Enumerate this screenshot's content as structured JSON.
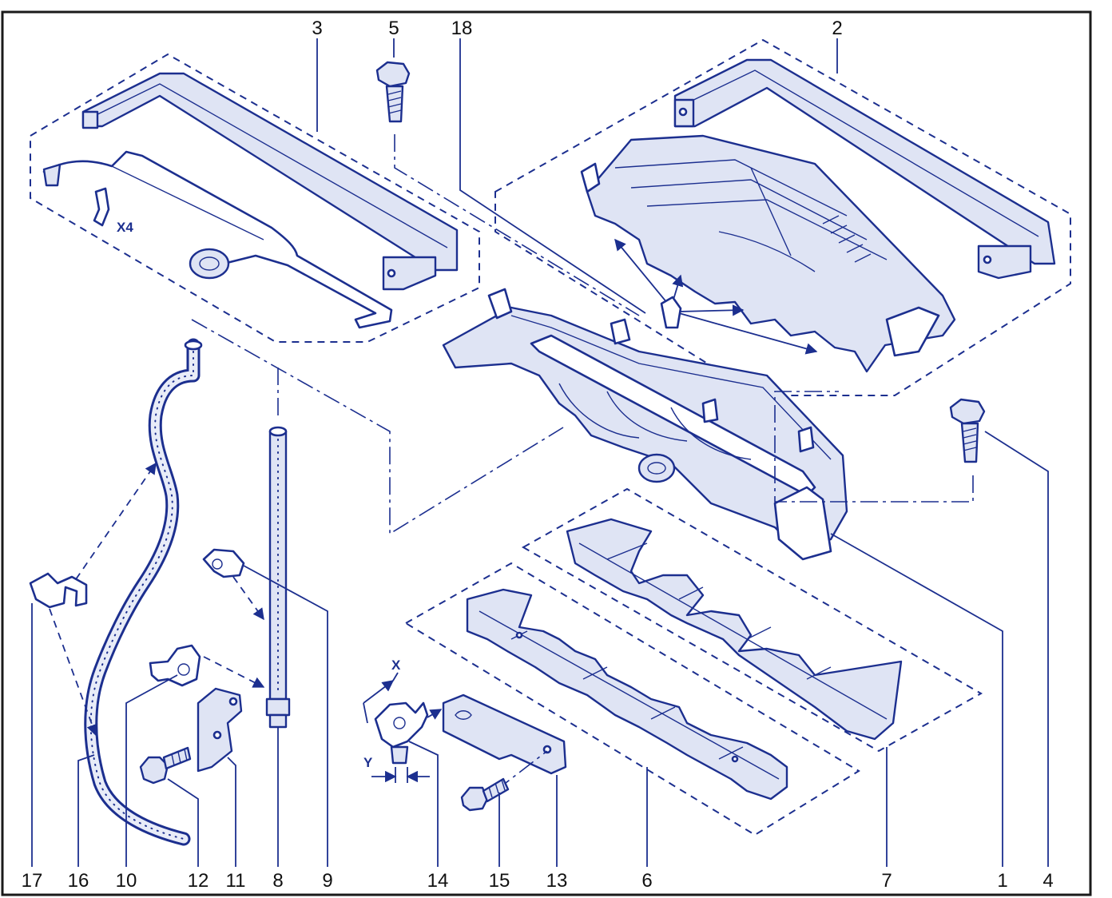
{
  "drawing": {
    "callouts": {
      "c1": "1",
      "c2": "2",
      "c3": "3",
      "c4": "4",
      "c5": "5",
      "c6": "6",
      "c7": "7",
      "c8": "8",
      "c9": "9",
      "c10": "10",
      "c11": "11",
      "c12": "12",
      "c13": "13",
      "c14": "14",
      "c15": "15",
      "c16": "16",
      "c17": "17",
      "c18": "18"
    },
    "qty_note": "X4",
    "dim_x": "X",
    "dim_y": "Y"
  },
  "colors": {
    "line": "#1c2f8f",
    "shade": "#dfe4f4",
    "frame": "#1a1a1a"
  },
  "icons": [
    "exploded-view-diagram"
  ]
}
